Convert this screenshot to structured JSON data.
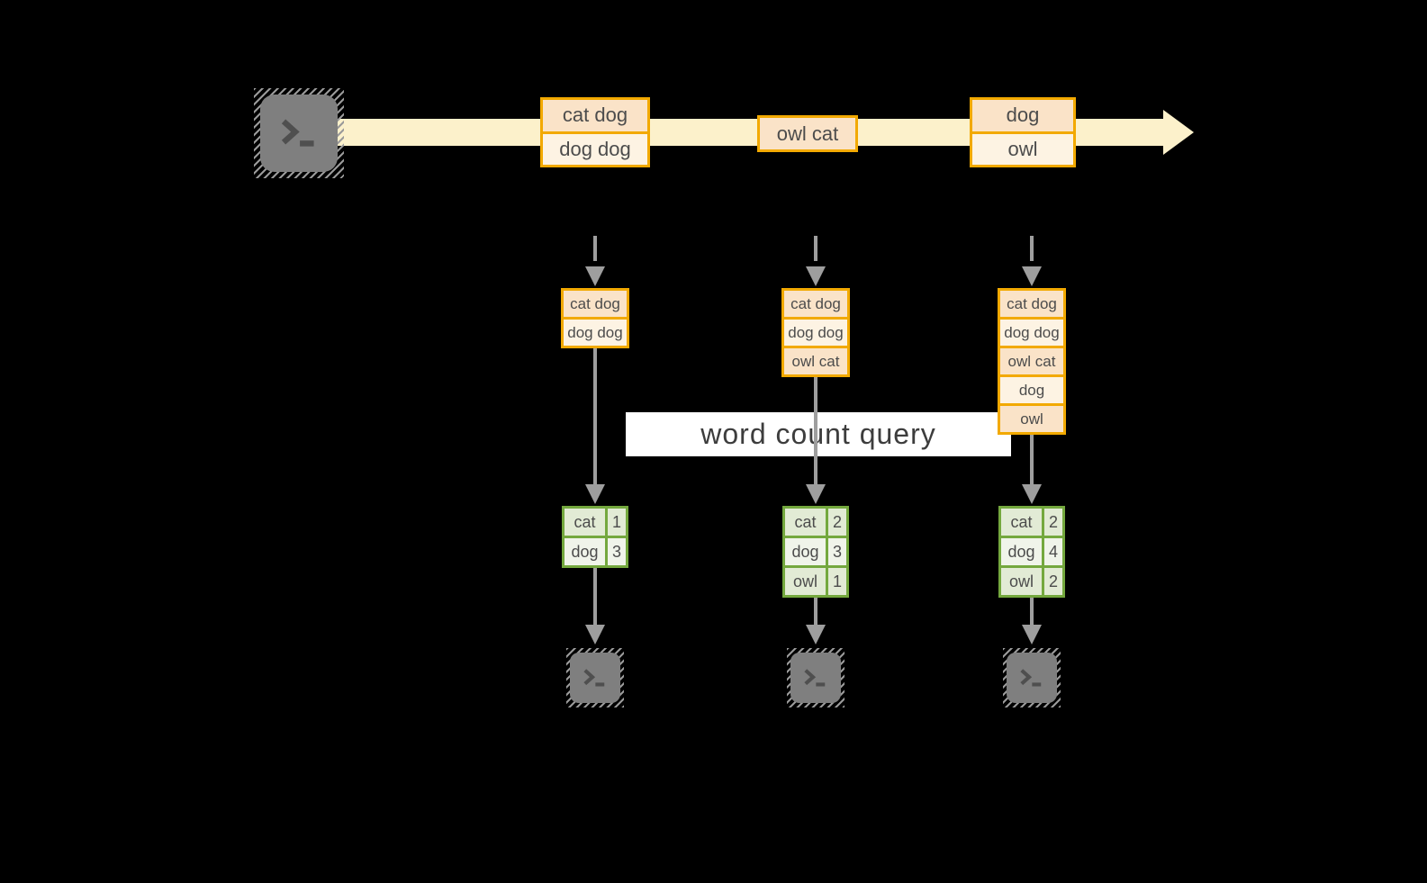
{
  "diagram": {
    "query_label": "word count query",
    "colors": {
      "background": "#000000",
      "band": "#FCF1CB",
      "box_border_orange": "#F2A900",
      "box_fill_peach": "#FAE3C8",
      "box_fill_cream": "#FDF3E3",
      "table_border_green": "#74A83E",
      "table_fill_dark": "#E2EBD5",
      "table_fill_light": "#F0F4EA",
      "arrow_grey": "#9E9E9E",
      "terminal_grey": "#7F7F7F",
      "label_background": "#FFFFFF",
      "text": "#4A4A4A"
    },
    "icons": {
      "source": "terminal-icon",
      "results": "terminal-icon"
    },
    "timeline": {
      "events": [
        {
          "rows": [
            "cat dog",
            "dog dog"
          ]
        },
        {
          "rows": [
            "owl cat"
          ]
        },
        {
          "rows": [
            "dog",
            "owl"
          ]
        }
      ]
    },
    "columns": [
      {
        "stream_snapshot": [
          "cat dog",
          "dog dog"
        ],
        "counts": [
          {
            "word": "cat",
            "count": "1"
          },
          {
            "word": "dog",
            "count": "3"
          }
        ]
      },
      {
        "stream_snapshot": [
          "cat dog",
          "dog dog",
          "owl cat"
        ],
        "counts": [
          {
            "word": "cat",
            "count": "2"
          },
          {
            "word": "dog",
            "count": "3"
          },
          {
            "word": "owl",
            "count": "1"
          }
        ]
      },
      {
        "stream_snapshot": [
          "cat dog",
          "dog dog",
          "owl cat",
          "dog",
          "owl"
        ],
        "counts": [
          {
            "word": "cat",
            "count": "2"
          },
          {
            "word": "dog",
            "count": "4"
          },
          {
            "word": "owl",
            "count": "2"
          }
        ]
      }
    ]
  }
}
